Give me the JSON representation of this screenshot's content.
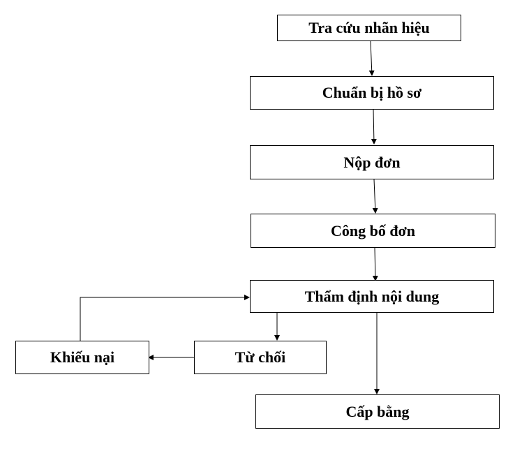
{
  "nodes": {
    "tra_cuu": "Tra cứu nhãn hiệu",
    "chuan_bi": "Chuẩn bị hồ sơ",
    "nop_don": "Nộp đơn",
    "cong_bo": "Công bố đơn",
    "tham_dinh": "Thẩm định nội dung",
    "tu_choi": "Từ chối",
    "khieu_nai": "Khiếu nại",
    "cap_bang": "Cấp bằng"
  }
}
